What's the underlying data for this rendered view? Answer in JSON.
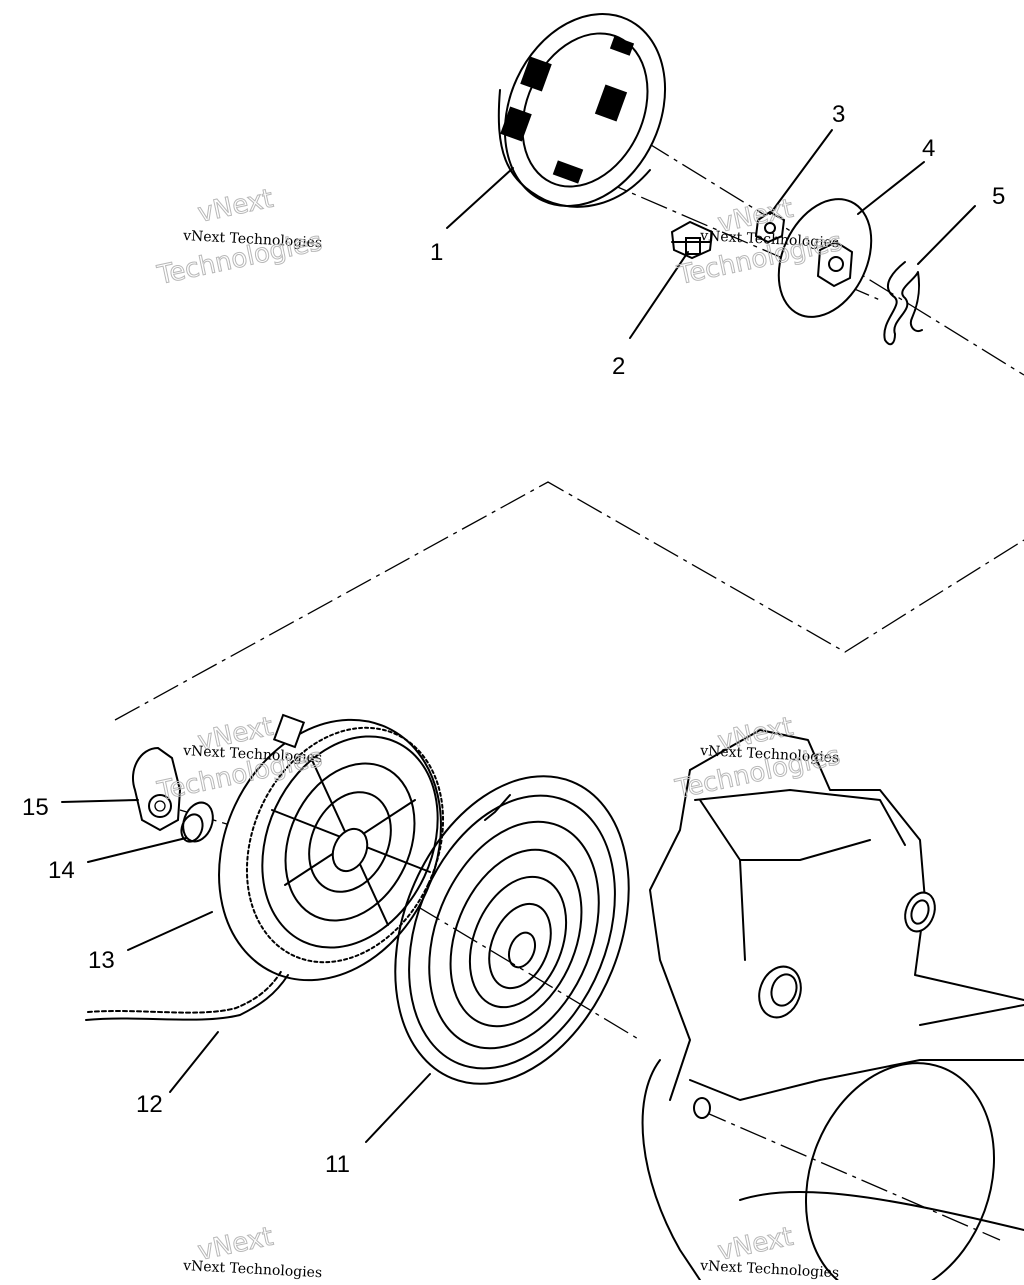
{
  "callouts": [
    {
      "id": "1",
      "label": "1"
    },
    {
      "id": "2",
      "label": "2"
    },
    {
      "id": "3",
      "label": "3"
    },
    {
      "id": "4",
      "label": "4"
    },
    {
      "id": "5",
      "label": "5"
    },
    {
      "id": "11",
      "label": "11"
    },
    {
      "id": "12",
      "label": "12"
    },
    {
      "id": "13",
      "label": "13"
    },
    {
      "id": "14",
      "label": "14"
    },
    {
      "id": "15",
      "label": "15"
    }
  ],
  "watermark": {
    "line1": "vNext Technologies",
    "line2": "vNext",
    "line3": "Technologies"
  }
}
